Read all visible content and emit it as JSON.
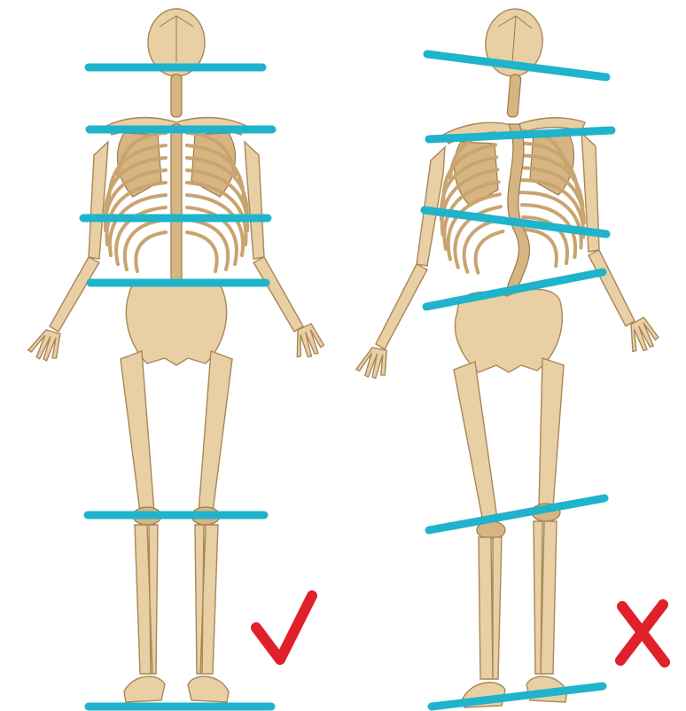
{
  "figure": {
    "panels": [
      {
        "id": "aligned",
        "verdict": "correct",
        "mark_icon": "check-mark-icon"
      },
      {
        "id": "misaligned",
        "verdict": "incorrect",
        "mark_icon": "cross-mark-icon"
      }
    ],
    "colors": {
      "level_line": "#1fb3cc",
      "check_mark": "#e0202a",
      "cross_mark": "#e0202a",
      "bone": "#e8cfa4"
    }
  }
}
